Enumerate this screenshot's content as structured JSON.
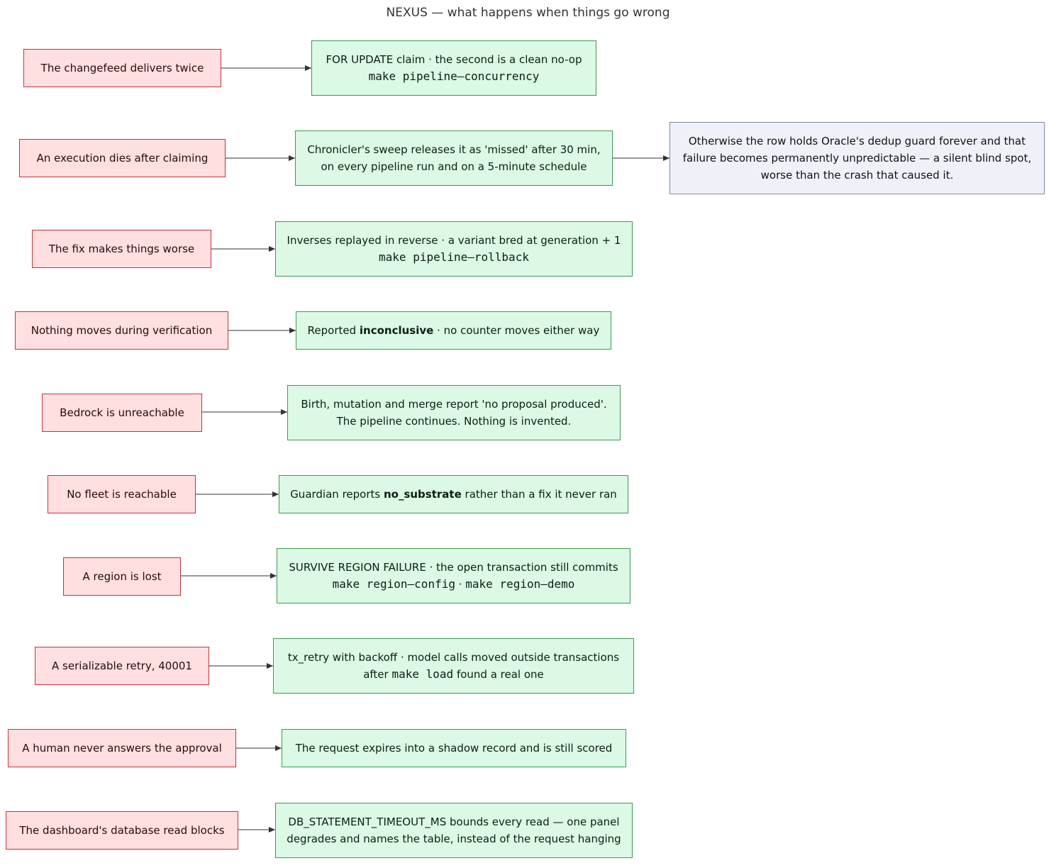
{
  "title": "NEXUS — what happens when things go wrong",
  "colors": {
    "problem_fill": "#ffdfe0",
    "problem_border": "#c8333a",
    "remedy_fill": "#dbf9e4",
    "remedy_border": "#3e9a53",
    "note_fill": "#eef2f8",
    "note_border": "#7f8aa6",
    "edge": "#333333"
  },
  "rows": [
    {
      "problem": "The changefeed delivers twice",
      "remedy": {
        "line1": "FOR UPDATE claim · the second is a clean no-op",
        "line2": "make pipeline—concurrency"
      }
    },
    {
      "problem": "An execution dies after claiming",
      "remedy": {
        "line1": "Chronicler's sweep releases it as 'missed' after 30 min,",
        "line2": "on every pipeline run and on a 5-minute schedule"
      },
      "note": {
        "line1": "Otherwise the row holds Oracle's dedup guard forever and that",
        "line2": "failure becomes permanently unpredictable — a silent blind spot,",
        "line3": "worse than the crash that caused it."
      }
    },
    {
      "problem": "The fix makes things worse",
      "remedy": {
        "line1": "Inverses replayed in reverse · a variant bred at generation + 1",
        "line2": "make pipeline—rollback"
      }
    },
    {
      "problem": "Nothing moves during verification",
      "remedy": {
        "pre": "Reported ",
        "bold": "inconclusive",
        "post": " · no counter moves either way"
      }
    },
    {
      "problem": "Bedrock is unreachable",
      "remedy": {
        "line1": "Birth, mutation and merge report 'no proposal produced'.",
        "line2": "The pipeline continues. Nothing is invented."
      }
    },
    {
      "problem": "No fleet is reachable",
      "remedy": {
        "pre": "Guardian reports ",
        "bold": "no_substrate",
        "post": " rather than a fix it never ran"
      }
    },
    {
      "problem": "A region is lost",
      "remedy": {
        "line1": "SURVIVE REGION FAILURE · the open transaction still commits",
        "code_a": "make region—config",
        "sep": " · ",
        "code_b": "make region—demo"
      }
    },
    {
      "problem": "A serializable retry, 40001",
      "remedy": {
        "line1": "tx_retry with backoff · model calls moved outside transactions",
        "pre2": "after ",
        "code": "make load",
        "post2": " found a real one"
      }
    },
    {
      "problem": "A human never answers the approval",
      "remedy": {
        "line1": "The request expires into a shadow record and is still scored"
      }
    },
    {
      "problem": "The dashboard's database read blocks",
      "remedy": {
        "line1": "DB_STATEMENT_TIMEOUT_MS bounds every read — one panel",
        "line2": "degrades and names the table, instead of the request hanging"
      }
    }
  ]
}
